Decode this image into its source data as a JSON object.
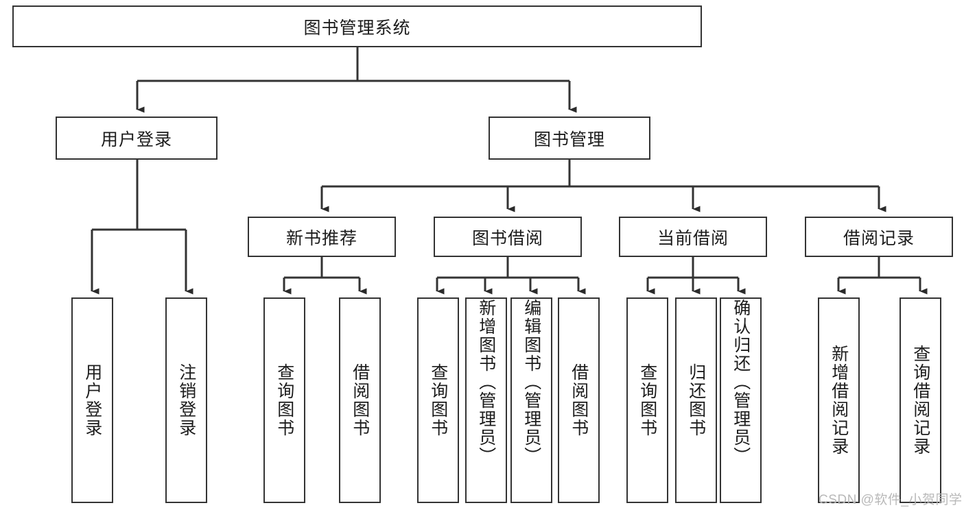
{
  "diagram": {
    "title_node": {
      "label": "图书管理系统"
    },
    "level2": [
      {
        "id": "user-login",
        "label": "用户登录"
      },
      {
        "id": "book-manage",
        "label": "图书管理"
      }
    ],
    "level3": [
      {
        "id": "new-book-rec",
        "label": "新书推荐"
      },
      {
        "id": "book-borrow",
        "label": "图书借阅"
      },
      {
        "id": "current-borrow",
        "label": "当前借阅"
      },
      {
        "id": "borrow-record",
        "label": "借阅记录"
      }
    ],
    "leaves": {
      "user_login": [
        {
          "id": "leaf-user-login",
          "label": "用户登录",
          "align": "mid"
        },
        {
          "id": "leaf-user-logout",
          "label": "注销登录",
          "align": "mid"
        }
      ],
      "new_book_rec": [
        {
          "id": "leaf-query-book-1",
          "label": "查询图书",
          "align": "mid"
        },
        {
          "id": "leaf-borrow-book-1",
          "label": "借阅图书",
          "align": "mid"
        }
      ],
      "book_borrow": [
        {
          "id": "leaf-query-book-2",
          "label": "查询图书",
          "align": "mid"
        },
        {
          "id": "leaf-add-book",
          "label": "新增图书（管理员）",
          "align": "top"
        },
        {
          "id": "leaf-edit-book",
          "label": "编辑图书（管理员）",
          "align": "top"
        },
        {
          "id": "leaf-borrow-book-2",
          "label": "借阅图书",
          "align": "mid"
        }
      ],
      "current_borrow": [
        {
          "id": "leaf-query-book-3",
          "label": "查询图书",
          "align": "mid"
        },
        {
          "id": "leaf-return-book",
          "label": "归还图书",
          "align": "mid"
        },
        {
          "id": "leaf-confirm-return",
          "label": "确认归还（管理员）",
          "align": "top"
        }
      ],
      "borrow_record": [
        {
          "id": "leaf-add-record",
          "label": "新增借阅记录",
          "align": "mid"
        },
        {
          "id": "leaf-query-record",
          "label": "查询借阅记录",
          "align": "mid"
        }
      ]
    },
    "watermark": {
      "text": "CSDN @软件_小贺同学"
    },
    "colors": {
      "stroke": "#333333",
      "background": "#ffffff",
      "text": "#1c1c1c",
      "watermark": "#b9b9b9"
    }
  }
}
